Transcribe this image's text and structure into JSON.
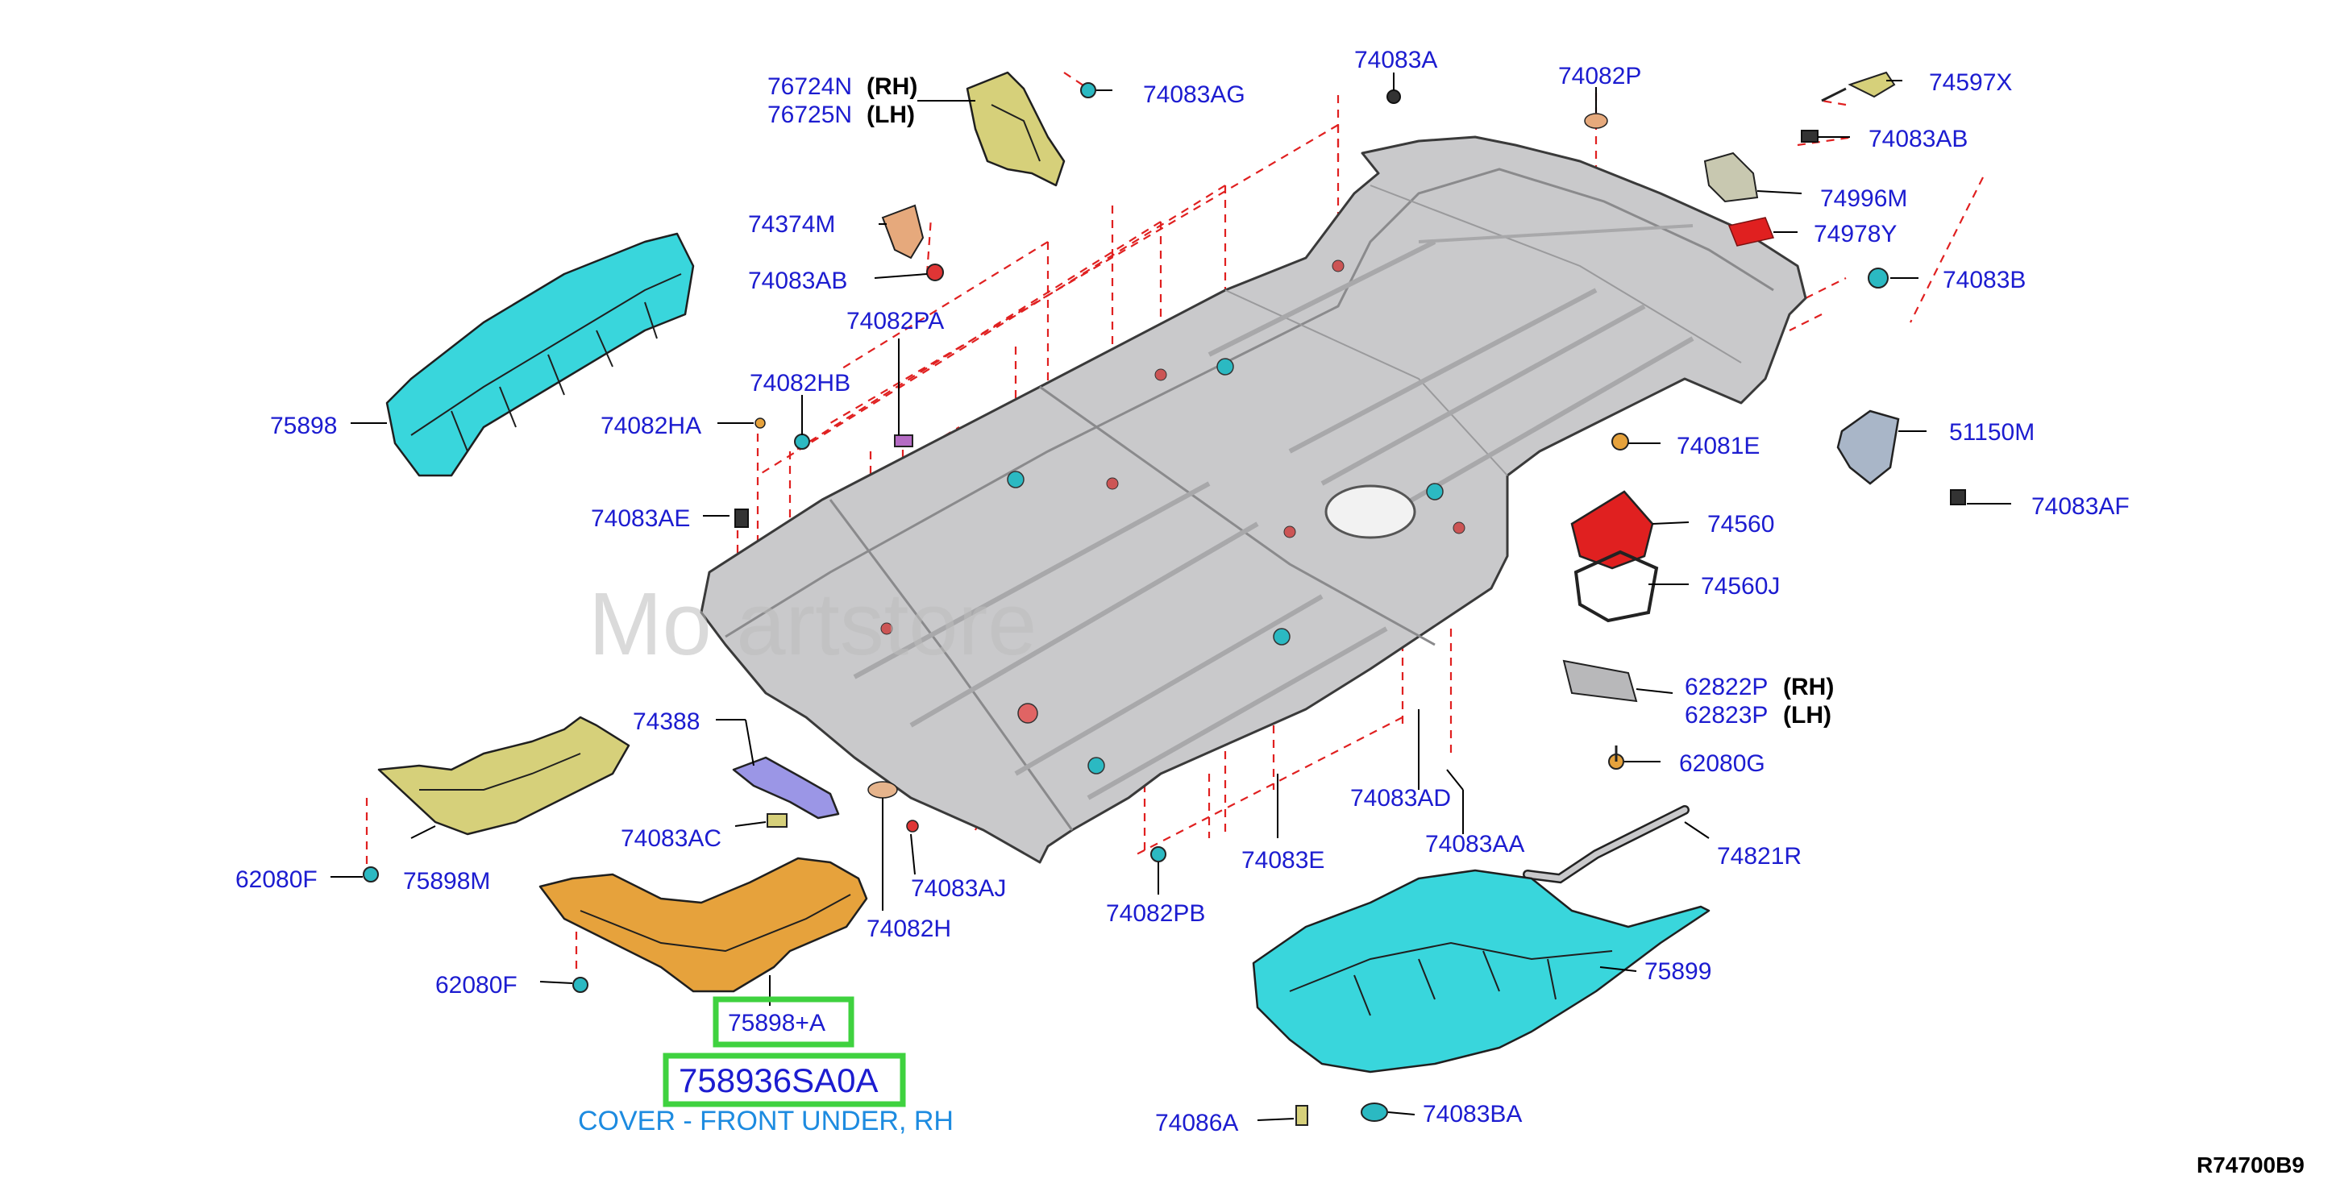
{
  "colors": {
    "label_blue": "#1c1cd0",
    "desc_blue": "#1d8be0",
    "highlight_green": "#3fd23f",
    "floor_gray": "#c9c9cb",
    "cyan_part": "#39d6dc",
    "yellow_part": "#d6d07a",
    "orange_part": "#e6a23c",
    "red_part": "#e02020",
    "purple_part": "#9b96e6"
  },
  "watermark": "Mo                               artstore",
  "diagram_code": "R74700B9",
  "highlight": {
    "label": "75898+A",
    "part_number": "758936SA0A",
    "description": "COVER - FRONT UNDER, RH"
  },
  "labels": [
    {
      "id": "76724N",
      "text": "76724N",
      "side": "(RH)"
    },
    {
      "id": "76725N",
      "text": "76725N",
      "side": "(LH)"
    },
    {
      "id": "74083AG",
      "text": "74083AG"
    },
    {
      "id": "74083A",
      "text": "74083A"
    },
    {
      "id": "74082P",
      "text": "74082P"
    },
    {
      "id": "74597X",
      "text": "74597X"
    },
    {
      "id": "74083AB_r",
      "text": "74083AB"
    },
    {
      "id": "74996M",
      "text": "74996M"
    },
    {
      "id": "74978Y",
      "text": "74978Y"
    },
    {
      "id": "74083B",
      "text": "74083B"
    },
    {
      "id": "74374M",
      "text": "74374M"
    },
    {
      "id": "74083AB_l",
      "text": "74083AB"
    },
    {
      "id": "74082PA",
      "text": "74082PA"
    },
    {
      "id": "74082HB",
      "text": "74082HB"
    },
    {
      "id": "74082HA",
      "text": "74082HA"
    },
    {
      "id": "75898",
      "text": "75898"
    },
    {
      "id": "74083AE",
      "text": "74083AE"
    },
    {
      "id": "51150M",
      "text": "51150M"
    },
    {
      "id": "74081E",
      "text": "74081E"
    },
    {
      "id": "74083AF",
      "text": "74083AF"
    },
    {
      "id": "74560",
      "text": "74560"
    },
    {
      "id": "74560J",
      "text": "74560J"
    },
    {
      "id": "62822P",
      "text": "62822P",
      "side": "(RH)"
    },
    {
      "id": "62823P",
      "text": "62823P",
      "side": "(LH)"
    },
    {
      "id": "62080G",
      "text": "62080G"
    },
    {
      "id": "74388",
      "text": "74388"
    },
    {
      "id": "74083AC",
      "text": "74083AC"
    },
    {
      "id": "62080F_a",
      "text": "62080F"
    },
    {
      "id": "75898M",
      "text": "75898M"
    },
    {
      "id": "74083AJ",
      "text": "74083AJ"
    },
    {
      "id": "74082H",
      "text": "74082H"
    },
    {
      "id": "62080F_b",
      "text": "62080F"
    },
    {
      "id": "74082PB",
      "text": "74082PB"
    },
    {
      "id": "74083E",
      "text": "74083E"
    },
    {
      "id": "74083AD",
      "text": "74083AD"
    },
    {
      "id": "74083AA",
      "text": "74083AA"
    },
    {
      "id": "74821R",
      "text": "74821R"
    },
    {
      "id": "75899",
      "text": "75899"
    },
    {
      "id": "74086A",
      "text": "74086A"
    },
    {
      "id": "74083BA",
      "text": "74083BA"
    }
  ]
}
